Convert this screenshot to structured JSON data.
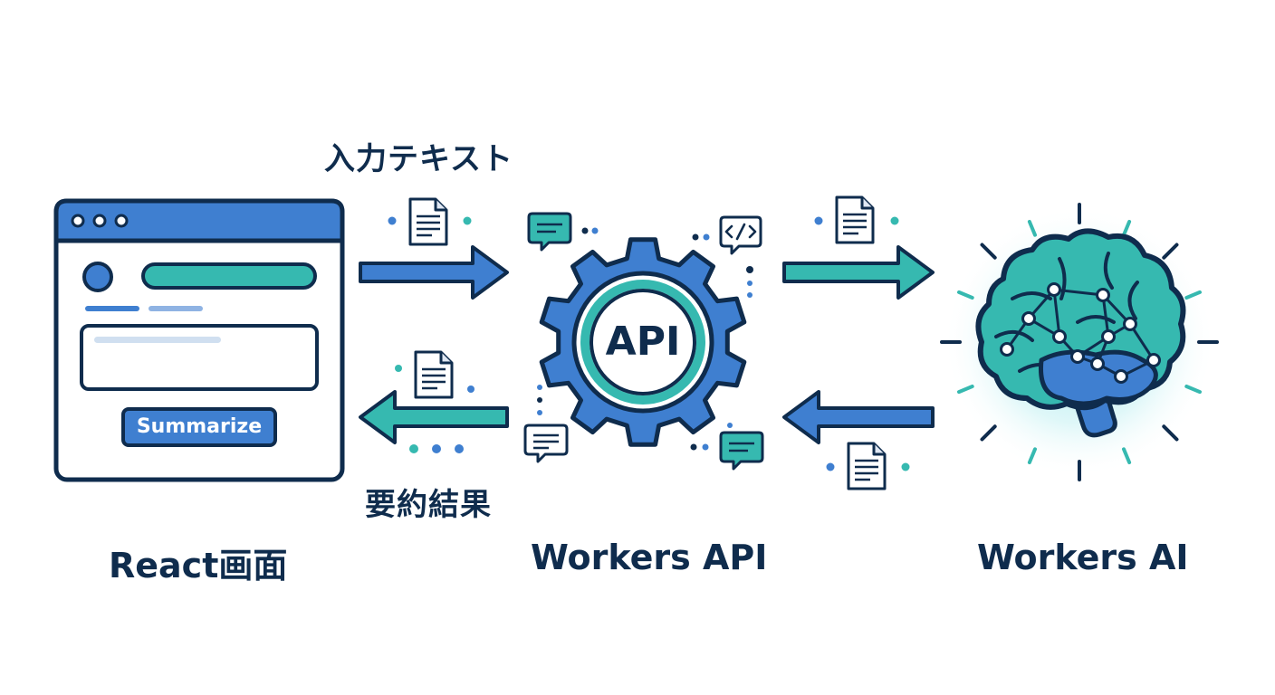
{
  "flow": {
    "request_label": "入力テキスト",
    "response_label": "要約結果"
  },
  "nodes": {
    "react": {
      "label": "React画面",
      "button_label": "Summarize"
    },
    "workers_api": {
      "label": "Workers API",
      "badge": "API"
    },
    "workers_ai": {
      "label": "Workers AI"
    }
  },
  "colors": {
    "navy": "#0f2c4d",
    "blue": "#3f7fd0",
    "teal": "#36b9b0",
    "light_blue": "#8fb3e3"
  },
  "icons": [
    "document-icon",
    "chat-bubble-icon",
    "code-icon",
    "gear-icon",
    "brain-icon"
  ]
}
